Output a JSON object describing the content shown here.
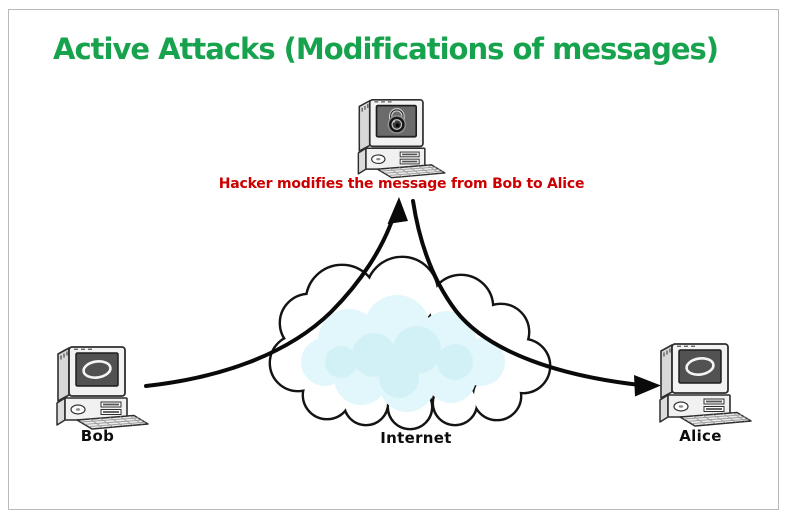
{
  "title": "Active Attacks (Modifications of messages)",
  "annotation": "Hacker modifies the message from Bob to Alice",
  "labels": {
    "bob": "Bob",
    "internet": "Internet",
    "alice": "Alice"
  },
  "colors": {
    "title_green": "#17a34e",
    "annotation_red": "#cc0000",
    "cloud_inner_cyan": "#dcf5fa",
    "cloud_outline": "#141414",
    "arrow_black": "#0a0a0a",
    "page_border": "#b9b9b9"
  },
  "icons": {
    "hacker_screen": "lock-icon",
    "bob_screen": "screen-ellipse-icon",
    "alice_screen": "screen-ellipse-icon"
  },
  "diagram": {
    "arrows": [
      {
        "from": "Bob",
        "to": "Hacker"
      },
      {
        "from": "Hacker",
        "to": "Alice"
      }
    ]
  }
}
